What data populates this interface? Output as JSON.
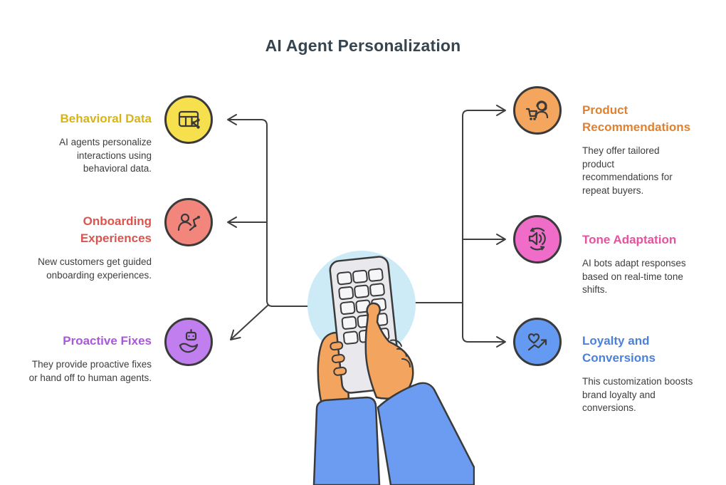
{
  "title": "AI Agent Personalization",
  "nodes": [
    {
      "id": "behavioral-data",
      "side": "left",
      "title": "Behavioral Data",
      "description": "AI agents personalize interactions using behavioral data.",
      "title_color": "#d8b515",
      "circle_color": "#f6e04d",
      "icon": "table-icon"
    },
    {
      "id": "onboarding-experiences",
      "side": "left",
      "title": "Onboarding Experiences",
      "description": "New customers get guided onboarding experiences.",
      "title_color": "#dd544e",
      "circle_color": "#f2857c",
      "icon": "user-journey-icon"
    },
    {
      "id": "proactive-fixes",
      "side": "left",
      "title": "Proactive Fixes",
      "description": "They provide proactive fixes or hand off to human agents.",
      "title_color": "#ab57dd",
      "circle_color": "#c07eee",
      "icon": "hand-robot-icon"
    },
    {
      "id": "product-recommendations",
      "side": "right",
      "title": "Product Recommendations",
      "description": "They offer tailored product recommendations for repeat buyers.",
      "title_color": "#df8130",
      "circle_color": "#f4a55e",
      "icon": "agent-cart-icon"
    },
    {
      "id": "tone-adaptation",
      "side": "right",
      "title": "Tone Adaptation",
      "description": "AI bots adapt responses based on real-time tone shifts.",
      "title_color": "#e8519f",
      "circle_color": "#ef6cc8",
      "icon": "tone-speaker-icon"
    },
    {
      "id": "loyalty-and-conversions",
      "side": "right",
      "title": "Loyalty and Conversions",
      "description": "This customization boosts brand loyalty and conversions.",
      "title_color": "#4a82d8",
      "circle_color": "#649af2",
      "icon": "heart-growth-icon"
    }
  ],
  "center_illustration": {
    "name": "hands-tapping-device",
    "background_circle_color": "#cdeaf7",
    "hand_color": "#f3a55f",
    "sleeve_color": "#6b9cf2",
    "device_color": "#e9e9ed"
  },
  "connector_color": "#3f3f3f"
}
